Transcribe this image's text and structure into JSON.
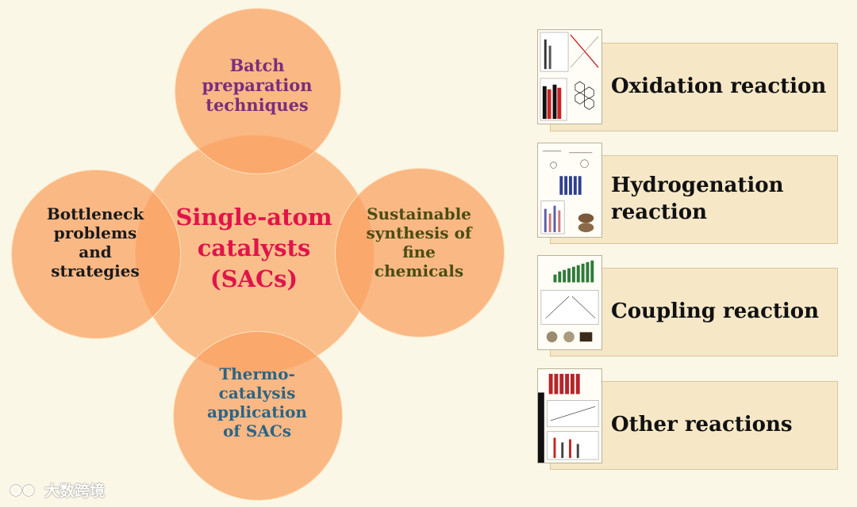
{
  "diagram": {
    "center": {
      "line1": "Single-atom",
      "line2": "catalysts",
      "line3": "(SACs)"
    },
    "top": {
      "line1": "Batch",
      "line2": "preparation",
      "line3": "techniques"
    },
    "left": {
      "line1": "Bottleneck",
      "line2": "problems",
      "line3": "and",
      "line4": "strategies"
    },
    "right": {
      "line1": "Sustainable",
      "line2": "synthesis of",
      "line3": "fine",
      "line4": "chemicals"
    },
    "bottom": {
      "line1": "Thermo-",
      "line2": "catalysis",
      "line3": "application",
      "line4": "of SACs"
    }
  },
  "reactions": [
    {
      "label": "Oxidation reaction",
      "thumbnail_icon": "oxidation-figure-thumbnail"
    },
    {
      "label_line1": "Hydrogenation",
      "label_line2": "reaction",
      "thumbnail_icon": "hydrogenation-figure-thumbnail"
    },
    {
      "label": "Coupling reaction",
      "thumbnail_icon": "coupling-figure-thumbnail"
    },
    {
      "label": "Other reactions",
      "thumbnail_icon": "other-reactions-figure-thumbnail"
    }
  ],
  "watermark": {
    "text": "大数跨境"
  },
  "colors": {
    "background": "#fbf7e6",
    "circle_fill": "#faa05f",
    "center_text": "#e0154a",
    "top_text": "#7a2e7d",
    "right_text": "#4a4d12",
    "bottom_text": "#2b6584",
    "card_fill": "#f6e7c7"
  }
}
